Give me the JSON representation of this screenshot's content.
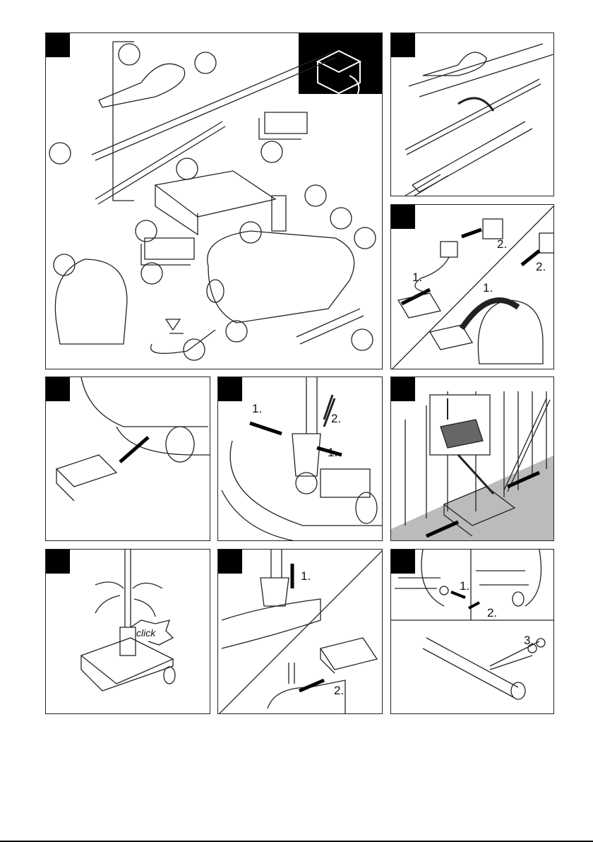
{
  "panels": {
    "c": {
      "step1a": "1.",
      "step1b": "1.",
      "step2a": "2.",
      "step2b": "2."
    },
    "e": {
      "step1a": "1.",
      "step1b": "1.",
      "step2": "2."
    },
    "g": {
      "sound": "click"
    },
    "h": {
      "step1": "1.",
      "step2": "2."
    },
    "i": {
      "step1": "1.",
      "step2": "2.",
      "step3": "3."
    }
  }
}
